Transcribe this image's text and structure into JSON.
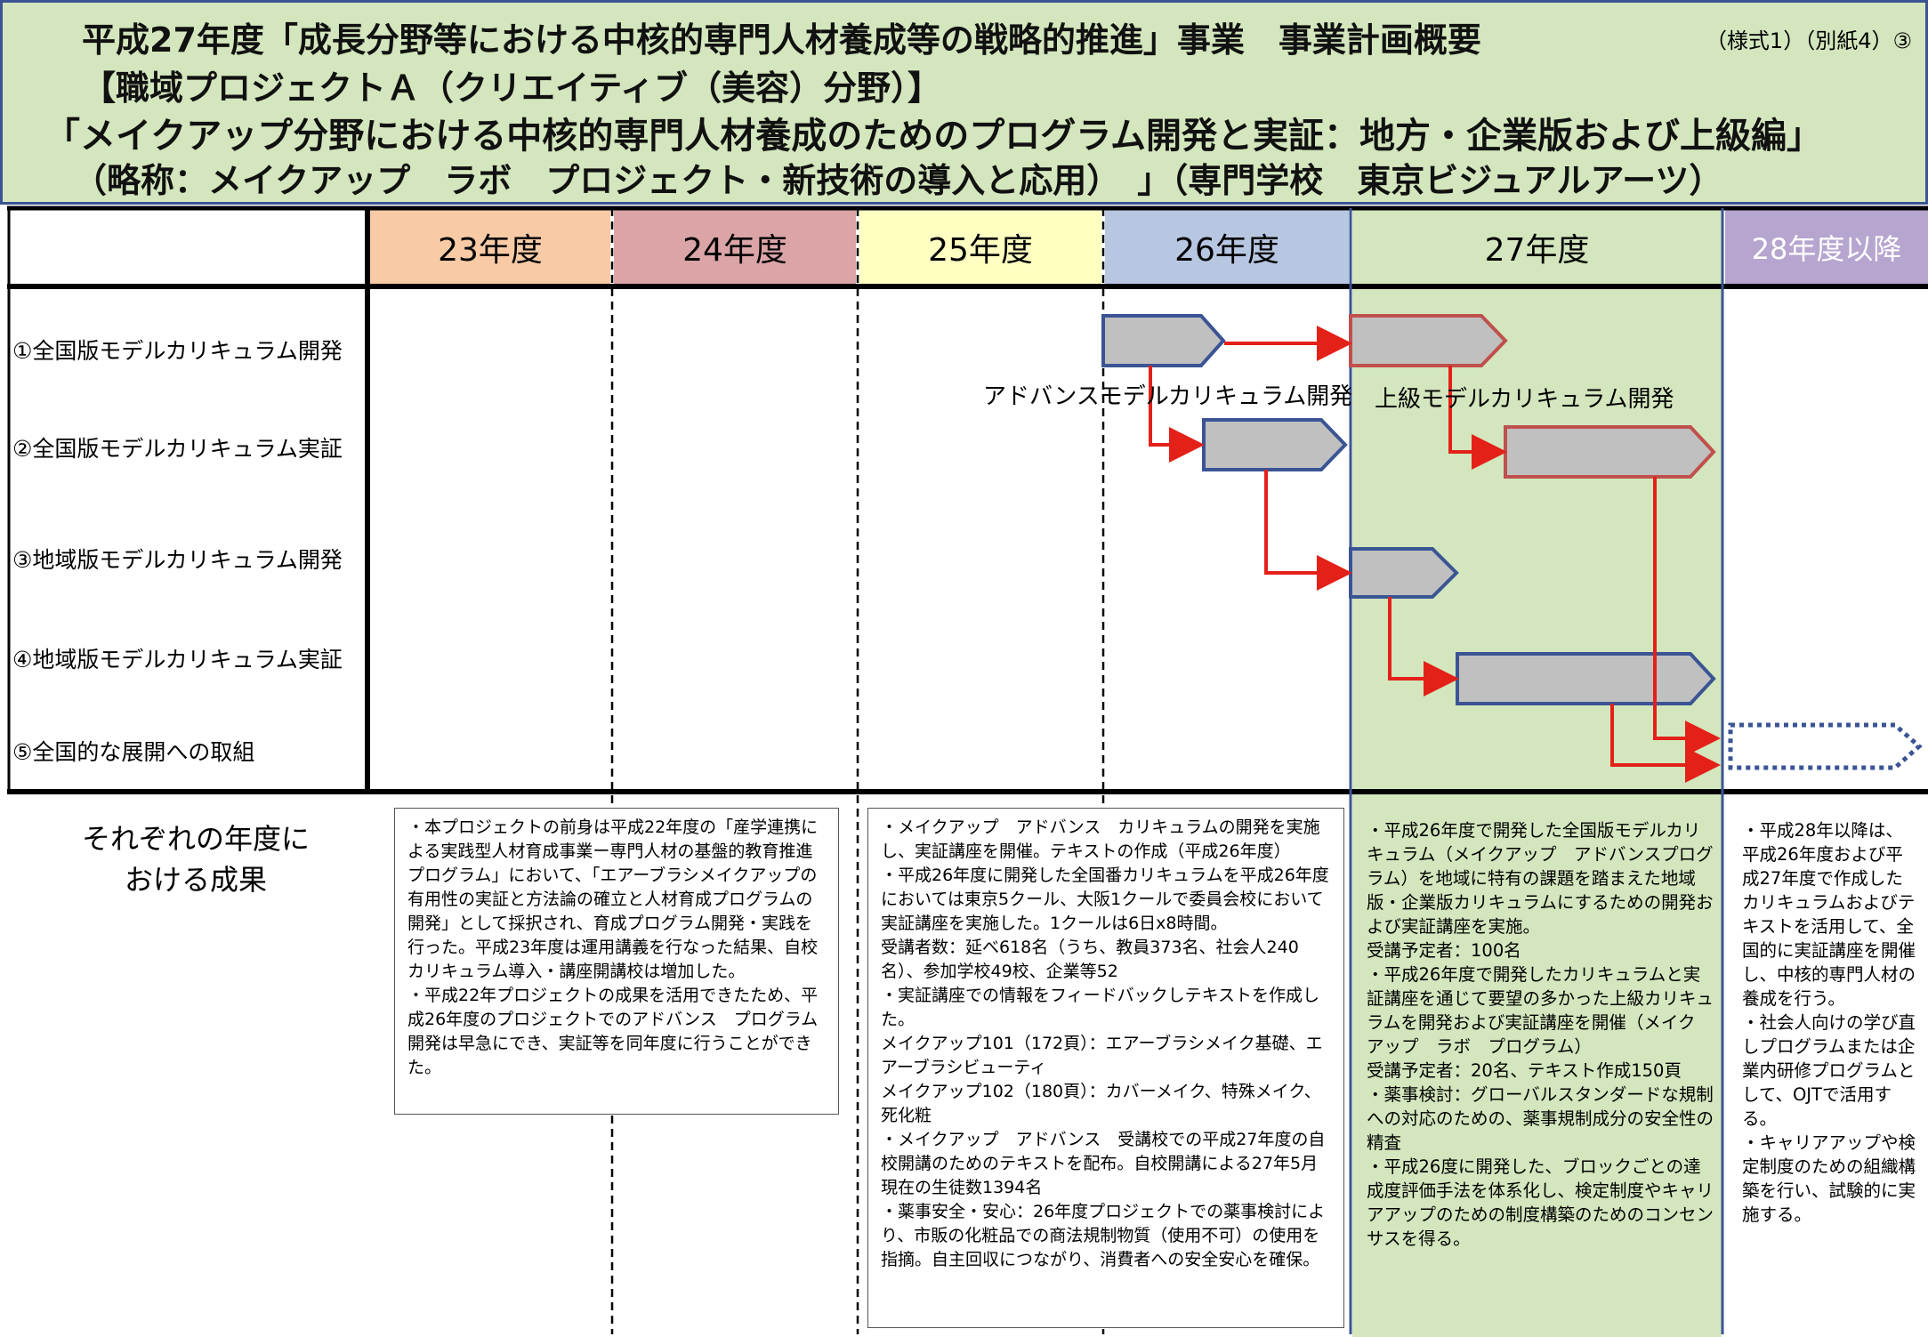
{
  "header": {
    "line1": "平成27年度「成長分野等における中核的専門人材養成等の戦略的推進」事業　事業計画概要",
    "form_note": "（様式1）（別紙4）③",
    "line2": "【職域プロジェクトＡ（クリエイティブ（美容）分野）】",
    "line3": "「メイクアップ分野における中核的専門人材養成のためのプログラム開発と実証：地方・企業版および上級編」",
    "line4": "（略称：メイクアップ　ラボ　プロジェクト・新技術の導入と応用）　」（専門学校　東京ビジュアルアーツ）"
  },
  "years": [
    {
      "label": "23年度",
      "color": "#f8cba6"
    },
    {
      "label": "24年度",
      "color": "#dba5a7"
    },
    {
      "label": "25年度",
      "color": "#ffffc2"
    },
    {
      "label": "26年度",
      "color": "#b8c7e1"
    },
    {
      "label": "27年度",
      "color": "#d3e6bd"
    },
    {
      "label": "28年度以降",
      "color": "#b5a5cf",
      "text_color": "#ffffff"
    }
  ],
  "rows": [
    "①全国版モデルカリキュラム開発",
    "②全国版モデルカリキュラム実証",
    "③地域版モデルカリキュラム開発",
    "④地域版モデルカリキュラム実証",
    "⑤全国的な展開への取組"
  ],
  "arrow_labels": {
    "advance": "アドバンスモデルカリキュラム開発",
    "upper": "上級モデルカリキュラム開発"
  },
  "results_label": "それぞれの年度に\nおける成果",
  "results": {
    "y23": "・本プロジェクトの前身は平成22年度の「産学連携による実践型人材育成事業ー専門人材の基盤的教育推進プログラム」において、「エアーブラシメイクアップの有用性の実証と方法論の確立と人材育成プログラムの開発」として採択され、育成プログラム開発・実践を行った。平成23年度は運用講義を行なった結果、自校カリキュラム導入・講座開講校は増加した。\n・平成22年プロジェクトの成果を活用できたため、平成26年度のプロジェクトでのアドバンス　プログラム開発は早急にでき、実証等を同年度に行うことができた。",
    "y25": "・メイクアップ　アドバンス　カリキュラムの開発を実施し、実証講座を開催。テキストの作成（平成26年度）\n・平成26年度に開発した全国番カリキュラムを平成26年度においては東京5クール、大阪1クールで委員会校において実証講座を実施した。1クールは6日x8時間。\n受講者数：延べ618名（うち、教員373名、社会人240名）、参加学校49校、企業等52\n・実証講座での情報をフィードバックしテキストを作成した。\nメイクアップ101（172頁）：エアーブラシメイク基礎、エアーブラシビューティ\nメイクアップ102（180頁）：カバーメイク、特殊メイク、死化粧\n・メイクアップ　アドバンス　受講校での平成27年度の自校開講のためのテキストを配布。自校開講による27年5月現在の生徒数1394名\n・薬事安全・安心：26年度プロジェクトでの薬事検討により、市販の化粧品での商法規制物質（使用不可）の使用を指摘。自主回収につながり、消費者への安全安心を確保。",
    "y27": "・平成26年度で開発した全国版モデルカリキュラム（メイクアップ　アドバンスプログラム）を地域に特有の課題を踏まえた地域版・企業版カリキュラムにするための開発および実証講座を実施。\n受講予定者：100名\n・平成26年度で開発したカリキュラムと実証講座を通じて要望の多かった上級カリキュラムを開発および実証講座を開催（メイク　アップ　ラボ　プログラム）\n受講予定者：20名、テキスト作成150頁\n・薬事検討：グローバルスタンダードな規制への対応のための、薬事規制成分の安全性の精査\n・平成26度に開発した、ブロックごとの達成度評価手法を体系化し、検定制度やキャリアアップのための制度構築のためのコンセンサスを得る。",
    "y28": "・平成28年以降は、平成26年度および平成27年度で作成したカリキュラムおよびテキストを活用して、全国的に実証講座を開催し、中核的専門人材の養成を行う。\n・社会人向けの学び直しプログラムまたは企業内研修プログラムとして、OJTで活用する。\n・キャリアアップや検定制度のための組織構築を行い、試験的に実施する。"
  },
  "colors": {
    "header_bg": "#d3e6bd",
    "highlight_col": "#d3e6bd",
    "border_blue": "#3a5494",
    "bar_fill": "#c0c0c0",
    "arrow_red": "#e32119",
    "bar_red_border": "#c0504d"
  }
}
